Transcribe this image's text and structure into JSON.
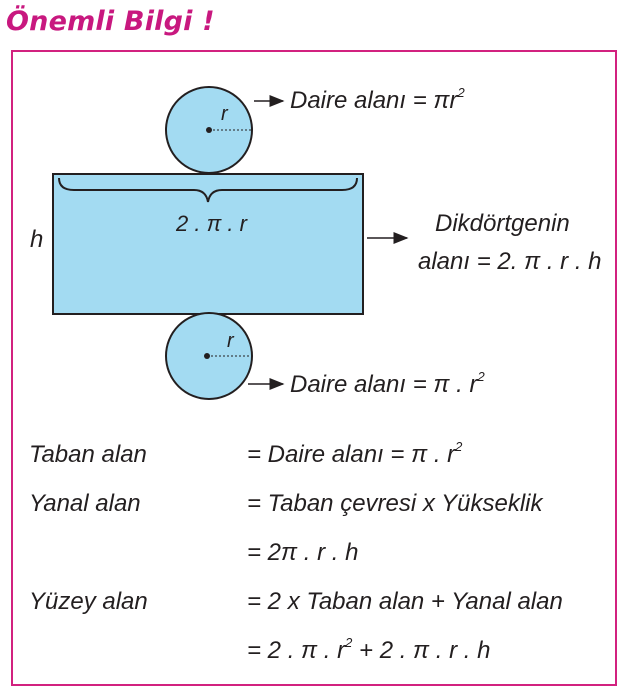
{
  "title": "Önemli Bilgi !",
  "diagram": {
    "radius_label_top": "r",
    "radius_label_bottom": "r",
    "height_label": "h",
    "circumference_label": "2 . π . r",
    "top_circle_area": "Daire alanı = πr",
    "top_circle_exp": "2",
    "rect_area_line1": "Dikdörtgenin",
    "rect_area_line2": "alanı = 2. π . r . h",
    "bottom_circle_area": "Daire alanı = π . r",
    "bottom_circle_exp": "2",
    "colors": {
      "shape_fill": "#a3dbf2",
      "stroke": "#231f20",
      "accent": "#c8187f"
    }
  },
  "formulas": [
    {
      "label": "Taban alan",
      "value": "= Daire alanı = π . r",
      "exp": "2",
      "tail": ""
    },
    {
      "label": "Yanal alan",
      "value": "= Taban çevresi x Yükseklik",
      "exp": "",
      "tail": ""
    },
    {
      "label": "",
      "value": "= 2π . r . h",
      "exp": "",
      "tail": ""
    },
    {
      "label": "Yüzey alan",
      "value": "= 2 x Taban alan + Yanal alan",
      "exp": "",
      "tail": ""
    },
    {
      "label": "",
      "value": "= 2 . π . r",
      "exp": "2",
      "tail": " + 2 . π . r . h"
    }
  ]
}
